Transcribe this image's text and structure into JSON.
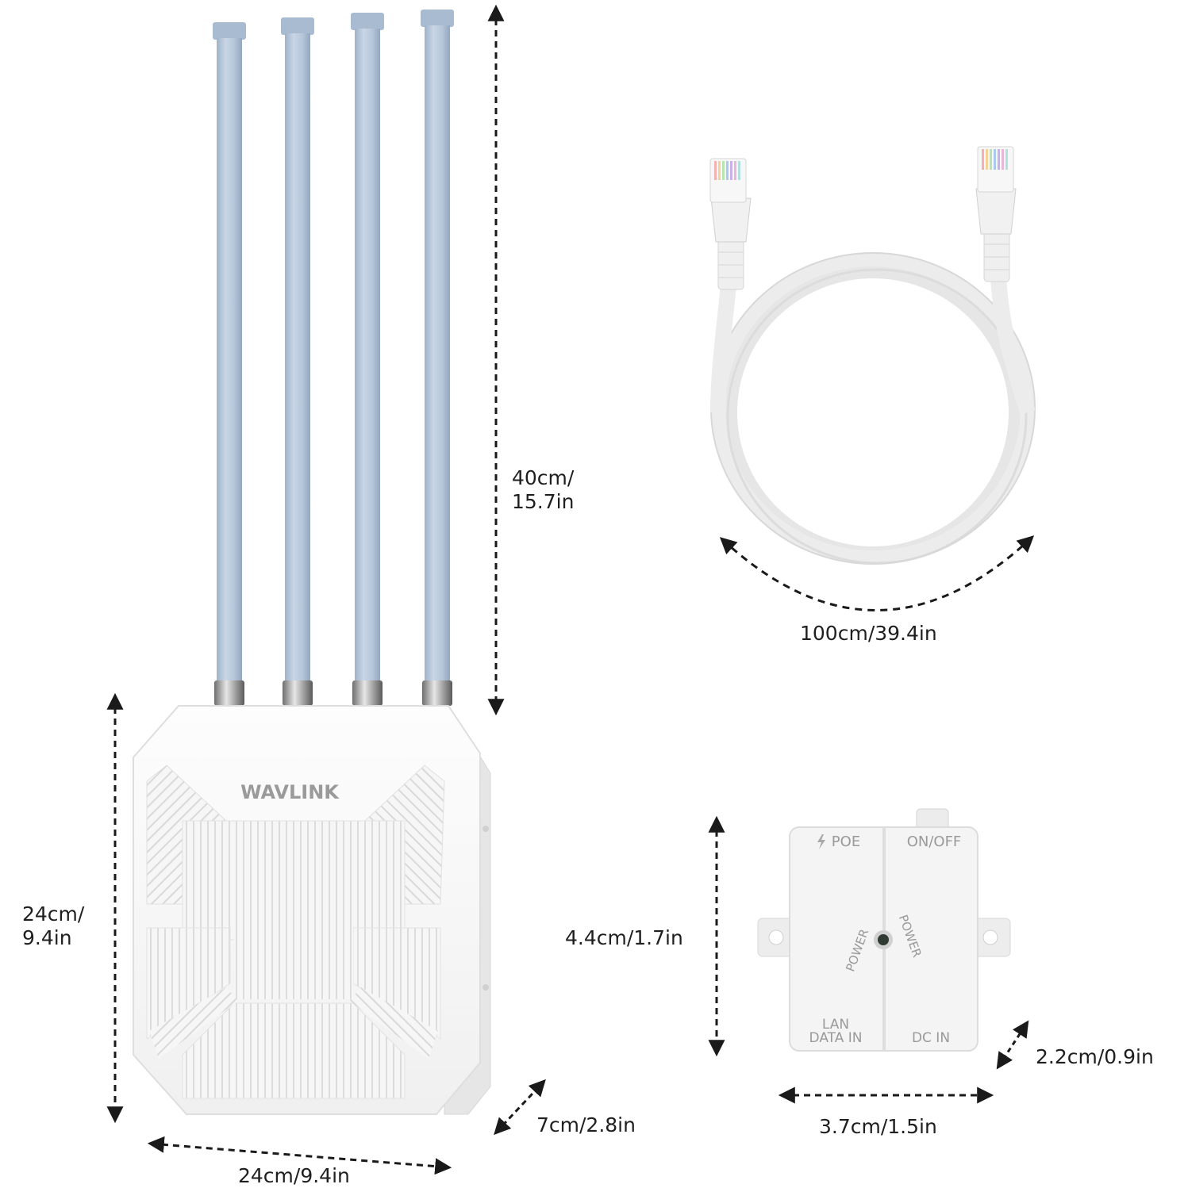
{
  "router": {
    "brand": "WAVLINK",
    "height_label": [
      "40cm/",
      "15.7in"
    ],
    "body_height_label": [
      "24cm/",
      "9.4in"
    ],
    "width_label": "24cm/9.4in",
    "depth_label": "7cm/2.8in"
  },
  "cable": {
    "length_label": "100cm/39.4in"
  },
  "injector": {
    "poe_label": "POE",
    "onoff_label": "ON/OFF",
    "power_left": "POWER",
    "power_right": "POWER",
    "lan_label": [
      "LAN",
      "DATA IN"
    ],
    "dc_label": "DC IN",
    "height_label": "4.4cm/1.7in",
    "depth_label": "2.2cm/0.9in",
    "width_label": "3.7cm/1.5in"
  },
  "colors": {
    "antenna": "#b8c8dc",
    "device": "#f7f7f7",
    "outline": "#e2e2e2",
    "dimension_line": "#1a1a1a"
  }
}
